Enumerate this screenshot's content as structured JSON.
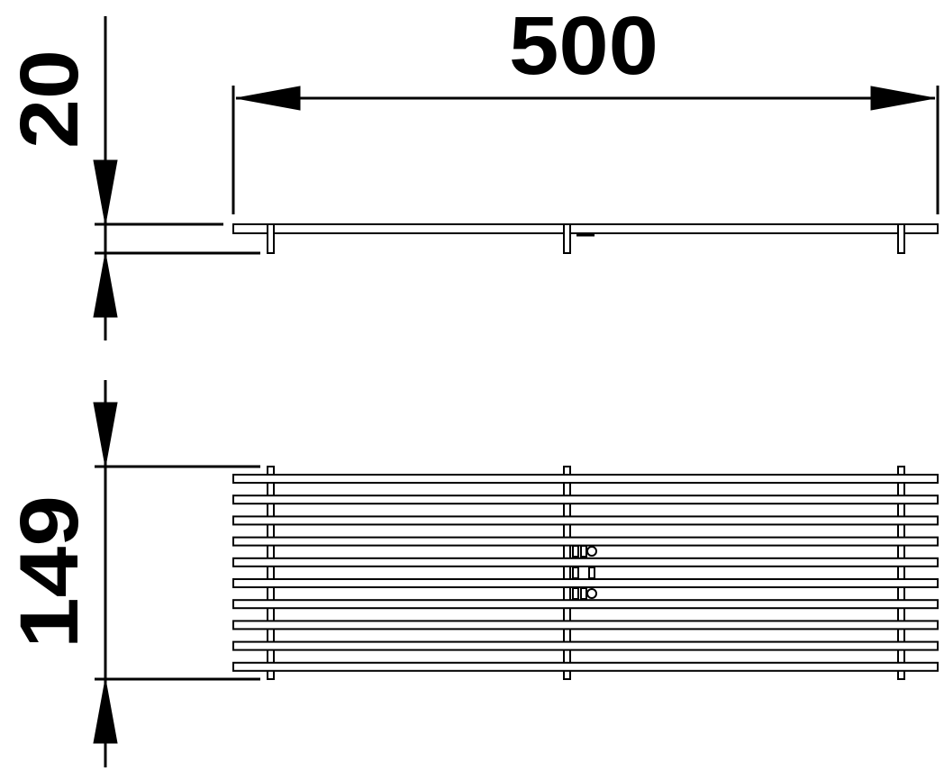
{
  "dimensions": {
    "width_label": "500",
    "height_side_label": "20",
    "depth_plan_label": "149"
  },
  "plan_view": {
    "bar_count": 10
  },
  "colors": {
    "ink": "#000000",
    "paper": "#ffffff"
  }
}
